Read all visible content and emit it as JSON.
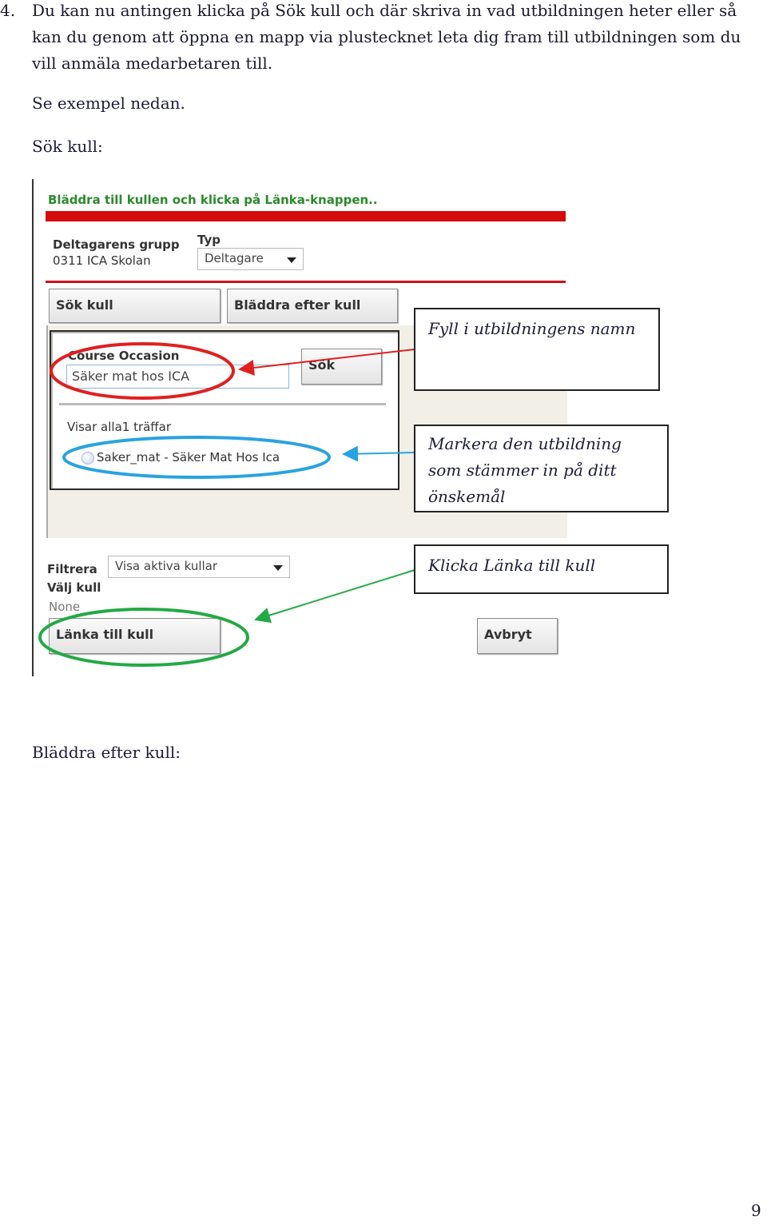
{
  "instruction": {
    "number": "4.",
    "text": "Du kan nu antingen klicka på Sök kull och där skriva in vad utbildningen heter eller så kan du genom att öppna en mapp via plustecknet leta dig fram till utbildningen som du vill anmäla medarbetaren till."
  },
  "example_text": "Se exempel nedan.",
  "search_heading": "Sök kull:",
  "browse_heading": "Bläddra efter kull:",
  "page_number": "9",
  "screenshot": {
    "title": "Bläddra till kullen och klicka på Länka-knappen..",
    "group_label": "Deltagarens grupp",
    "group_value": "0311 ICA Skolan",
    "type_label": "Typ",
    "type_value": "Deltagare",
    "tab_search": "Sök kull",
    "tab_browse": "Bläddra efter kull",
    "course_label": "Course Occasion",
    "course_value": "Säker mat hos ICA",
    "search_button": "Sök",
    "results_text": "Visar alla1 träffar",
    "result_item": "Saker_mat - Säker Mat Hos Ica",
    "filter_label": "Filtrera",
    "filter_value": "Visa aktiva kullar",
    "select_label": "Välj kull",
    "select_value": "None",
    "link_button": "Länka till kull",
    "cancel_button": "Avbryt"
  },
  "callouts": {
    "fill_name": "Fyll i utbildningens namn",
    "mark_course": "Markera den utbildning som stämmer in på ditt önskemål",
    "click_link": "Klicka Länka till kull"
  },
  "colors": {
    "title_green": "#2b8a2b",
    "red_bar": "#d40c0c",
    "ellipse_red": "#e02020",
    "ellipse_blue": "#29a3e0",
    "ellipse_green": "#22aa44"
  }
}
